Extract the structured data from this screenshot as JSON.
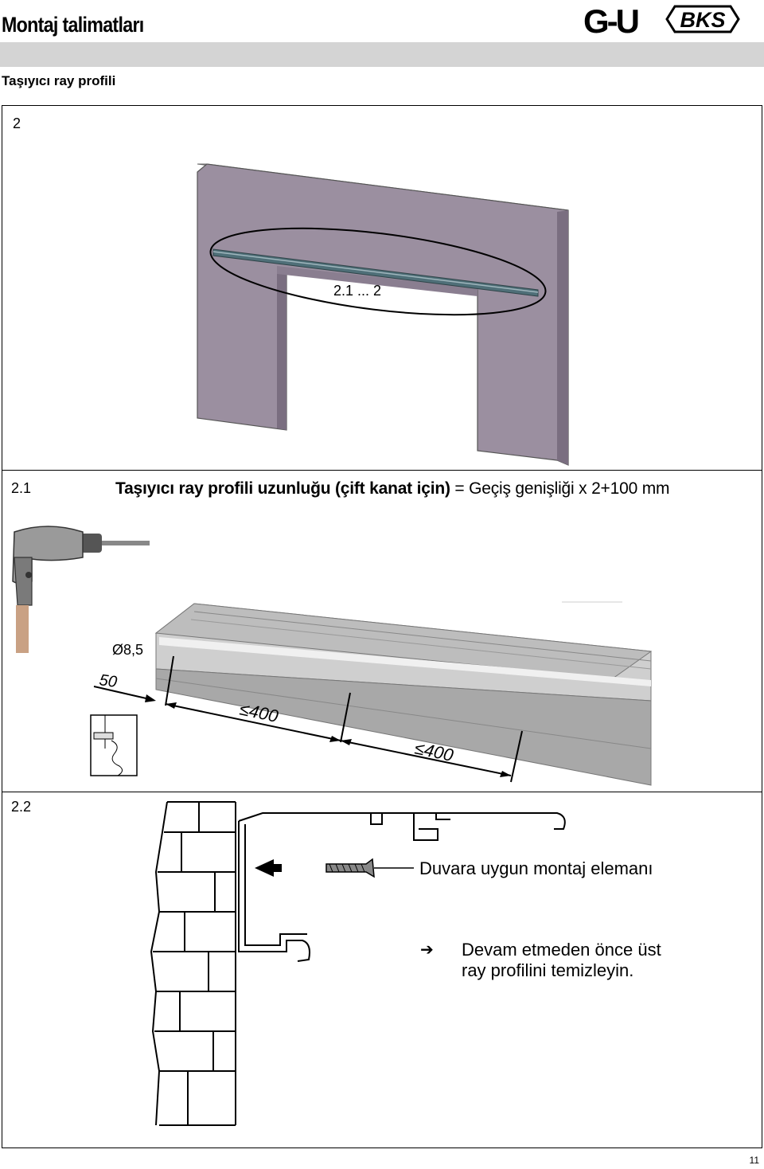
{
  "header": {
    "title": "Montaj talimatları",
    "logo_gu": "G-U",
    "logo_bks": "BKS"
  },
  "subheading": "Taşıyıcı ray profili",
  "section2": {
    "number": "2",
    "callout": "2.1 ... 2"
  },
  "section21": {
    "number": "2.1",
    "title_bold": "Taşıyıcı ray profili uzunluğu (çift kanat için)",
    "title_normal": " = Geçiş genişliği x 2+100 mm",
    "diameter": "Ø8,5",
    "edge_distance": "50",
    "spacing_1": "≤400",
    "spacing_2": "≤400"
  },
  "section22": {
    "number": "2.2",
    "label": "Duvara uygun montaj elemanı",
    "arrow": "➔",
    "note_line1": "Devam etmeden önce üst",
    "note_line2": "ray profilini temizleyin."
  },
  "page_number": "11",
  "colors": {
    "wall": "#9b8fa0",
    "wall_side": "#7a6e80",
    "rail": "#4f6f78",
    "header_bar": "#d4d4d4"
  }
}
